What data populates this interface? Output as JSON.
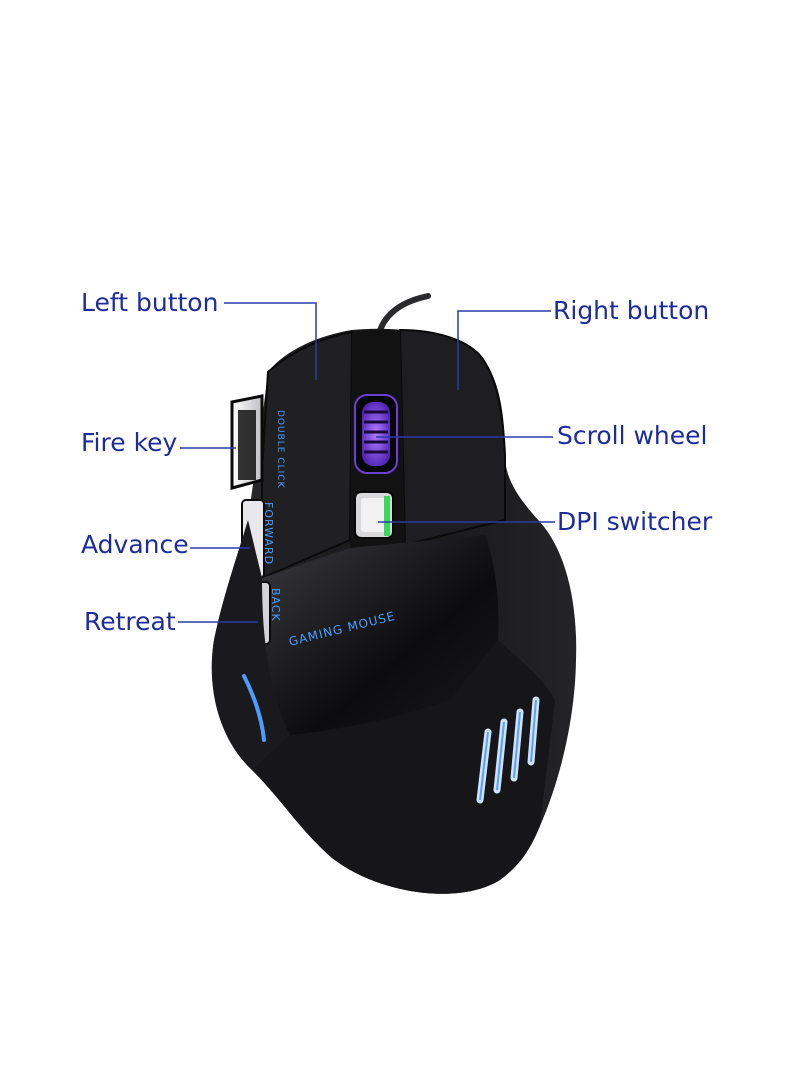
{
  "callouts": {
    "left_button": "Left button",
    "right_button": "Right button",
    "fire_key": "Fire key",
    "scroll_wheel": "Scroll wheel",
    "advance": "Advance",
    "dpi_switcher": "DPI switcher",
    "retreat": "Retreat"
  },
  "mouse_print": {
    "double_click": "DOUBLE CLICK",
    "forward": "FORWARD",
    "back": "BACK",
    "logo": "GAMING MOUSE"
  },
  "colors": {
    "callout_text": "#1d2c9c",
    "leader_line": "#2a3aa8",
    "mouse_body": "#1c1c1e",
    "led_blue": "#4a9cff",
    "led_purple": "#8a4dff"
  }
}
